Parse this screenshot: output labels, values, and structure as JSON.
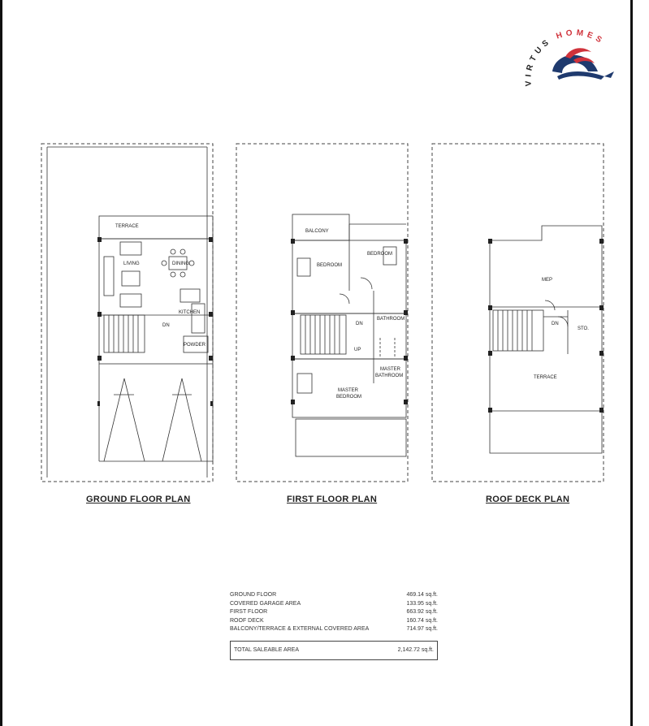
{
  "logo": {
    "text": "VIRTUS HOMES",
    "primary_color": "#1f3a6e",
    "accent_color": "#d0323b"
  },
  "plans": {
    "ground": {
      "title": "GROUND FLOOR PLAN",
      "rooms": {
        "terrace": "TERRACE",
        "living": "LIVING",
        "dining": "DINING",
        "kitchen": "KITCHEN",
        "dn": "DN",
        "powder": "POWDER"
      }
    },
    "first": {
      "title": "FIRST FLOOR PLAN",
      "rooms": {
        "balcony": "BALCONY",
        "bedroom1": "BEDROOM",
        "bedroom2": "BEDROOM",
        "dn": "DN",
        "up": "UP",
        "bathroom": "BATHROOM",
        "master_bathroom_1": "MASTER",
        "master_bathroom_2": "BATHROOM",
        "master_bedroom_1": "MASTER",
        "master_bedroom_2": "BEDROOM"
      }
    },
    "roof": {
      "title": "ROOF DECK PLAN",
      "rooms": {
        "mep": "MEP",
        "dn": "DN",
        "sto": "STO.",
        "terrace": "TERRACE"
      }
    }
  },
  "areas": {
    "rows": [
      {
        "label": "GROUND FLOOR",
        "value": "469.14 sq.ft."
      },
      {
        "label": "COVERED GARAGE AREA",
        "value": "133.95 sq.ft."
      },
      {
        "label": "FIRST FLOOR",
        "value": "663.92 sq.ft."
      },
      {
        "label": "ROOF DECK",
        "value": "160.74 sq.ft."
      },
      {
        "label": "BALCONY/TERRACE & EXTERNAL COVERED AREA",
        "value": "714.97 sq.ft."
      }
    ],
    "total_label": "TOTAL SALEABLE AREA",
    "total_value": "2,142.72 sq.ft."
  }
}
